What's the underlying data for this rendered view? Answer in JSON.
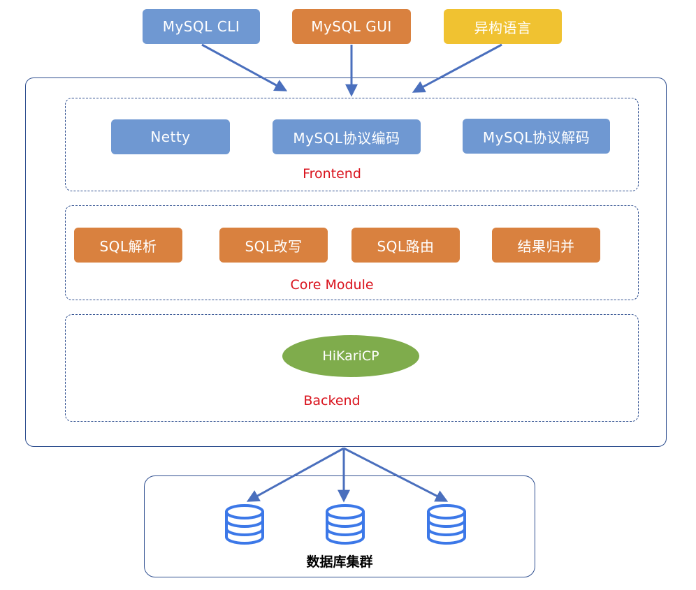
{
  "colors": {
    "line": "#2e4e8f",
    "arrow": "#4a6fbd",
    "blue_node": "#6f98d2",
    "orange_node": "#d9813f",
    "yellow_node": "#f0c231",
    "green_node": "#7fac4c",
    "layer_label": "#d9121c",
    "db_icon": "#3c78e8"
  },
  "clients": {
    "cli": "MySQL  CLI",
    "gui": "MySQL  GUI",
    "heterogeneous": "异构语言"
  },
  "frontend": {
    "label": "Frontend",
    "netty": "Netty",
    "encode": "MySQL协议编码",
    "decode": "MySQL协议解码"
  },
  "core": {
    "label": "Core Module",
    "parse": "SQL解析",
    "rewrite": "SQL改写",
    "route": "SQL路由",
    "merge": "结果归并"
  },
  "backend": {
    "label": "Backend",
    "pool": "HiKariCP"
  },
  "database": {
    "caption": "数据库集群",
    "icon": "database-icon"
  }
}
